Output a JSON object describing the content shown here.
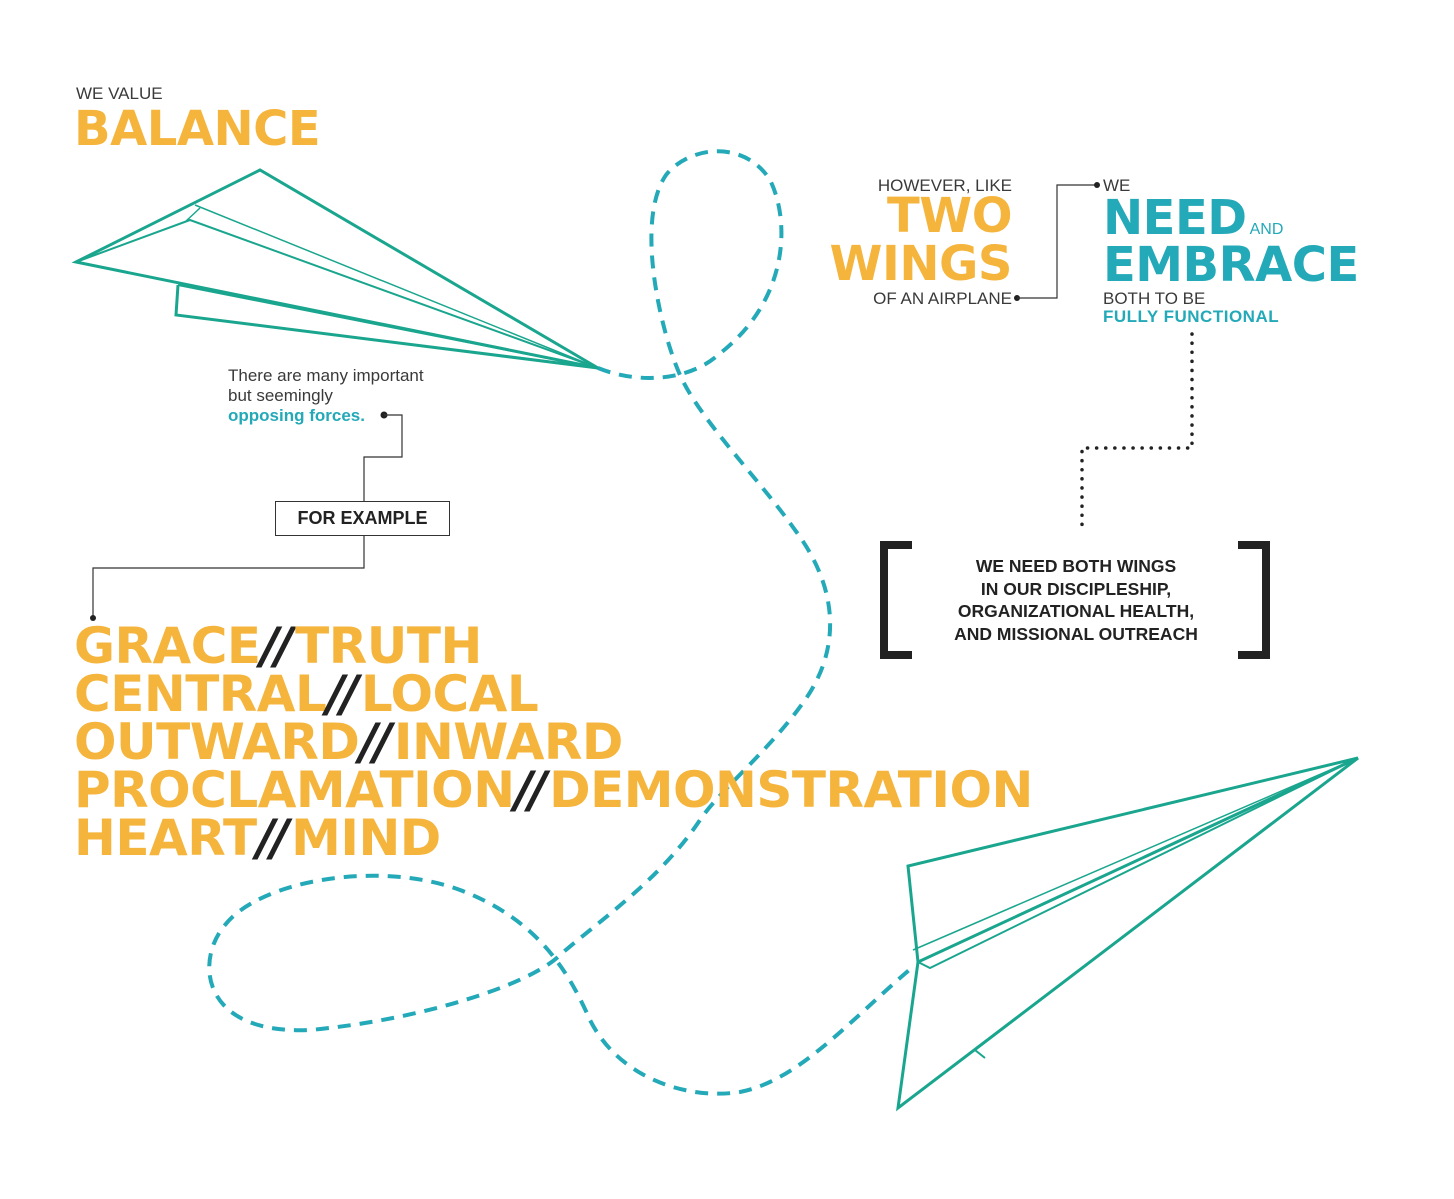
{
  "header": {
    "pre": "WE VALUE",
    "title": "BALANCE"
  },
  "intro": {
    "line1": "There are many important",
    "line2": "but seemingly",
    "highlight": "opposing forces."
  },
  "example_label": "FOR EXAMPLE",
  "separator": "//",
  "pairs": [
    {
      "left": "GRACE",
      "right": "TRUTH"
    },
    {
      "left": "CENTRAL",
      "right": "LOCAL"
    },
    {
      "left": "OUTWARD",
      "right": "INWARD"
    },
    {
      "left": "PROCLAMATION",
      "right": "DEMONSTRATION"
    },
    {
      "left": "HEART",
      "right": "MIND"
    }
  ],
  "wings": {
    "pre": "HOWEVER, LIKE",
    "line1": "TWO",
    "line2": "WINGS",
    "post": "OF AN AIRPLANE"
  },
  "embrace": {
    "pre": "WE",
    "need": "NEED",
    "and": "AND",
    "embrace": "EMBRACE",
    "post": "BOTH TO BE",
    "highlight": "FULLY  FUNCTIONAL"
  },
  "bracket": {
    "lines": [
      "WE NEED BOTH WINGS",
      "IN OUR DISCIPLESHIP,",
      "ORGANIZATIONAL HEALTH,",
      "AND MISSIONAL OUTREACH"
    ]
  },
  "colors": {
    "orange": "#f5b43c",
    "teal": "#23a9b8",
    "plane_green": "#1aa68e",
    "dark": "#222222"
  }
}
